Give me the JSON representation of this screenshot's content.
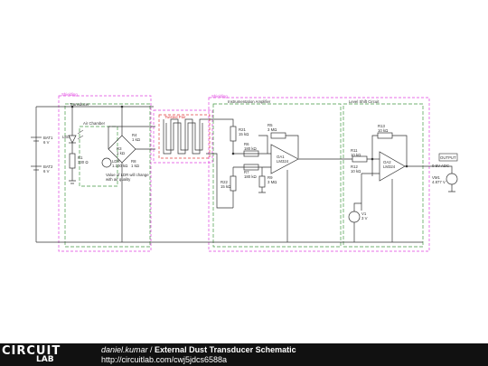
{
  "schematic": {
    "groups": {
      "transducer_shielding": "Shielding",
      "transducer": "Transducer",
      "air_chamber": "Air Chamber",
      "twisted_pair": "Twisted Pair",
      "amp_shielding": "Shielding",
      "instrumentation_amplifier": "Instrumentation Amplifier",
      "level_shift_circuit": "Level Shift Circuit"
    },
    "components": {
      "bat1_name": "BAT1",
      "bat1_value": "6 V",
      "bat2_name": "BAT2",
      "bat2_value": "6 V",
      "led_name": "LED",
      "r1_name": "R1",
      "r1_value": "330 Ω",
      "r4_name": "R4",
      "r4_value": "1 kΩ",
      "r3_name": "R3",
      "r3_value": "1 kΩ",
      "ldr_name": "LDR",
      "ldr_value": "1.100 kΩ",
      "r8_name": "R8",
      "r8_value": "1 kΩ",
      "ldr_note_1": "Value of LDR will change",
      "ldr_note_2": "with air quality",
      "r21_name": "R21",
      "r21_value": "15 kΩ",
      "r6_name": "R6",
      "r6_value": "180 kΩ",
      "r5_name": "R5",
      "r5_value": "3 MΩ",
      "r7_name": "R7",
      "r7_value": "180 kΩ",
      "r9_name": "R9",
      "r9_value": "3 MΩ",
      "r22_name": "R22",
      "r22_value": "15 kΩ",
      "oa1_name": "OA1",
      "oa1_part": "LM324",
      "r13_name": "R13",
      "r13_value": "10 kΩ",
      "r11_name": "R11",
      "r11_value": "10 kΩ",
      "r12_name": "R12",
      "r12_value": "10 kΩ",
      "oa2_name": "OA2",
      "oa2_part": "LM324",
      "v1_name": "V1",
      "v1_value": "3 V",
      "output_label": "OUTPUT",
      "adc_range": "0-5V ADC",
      "vm_name": "VM1",
      "vm_value": "4.877 V"
    }
  },
  "footer": {
    "logo_top": "CIRCUIT",
    "logo_bottom": "LAB",
    "author": "daniel.kumar",
    "separator": " / ",
    "title": "External Dust Transducer Schematic",
    "url": "http://circuitlab.com/cwj5jdcs6588a"
  }
}
